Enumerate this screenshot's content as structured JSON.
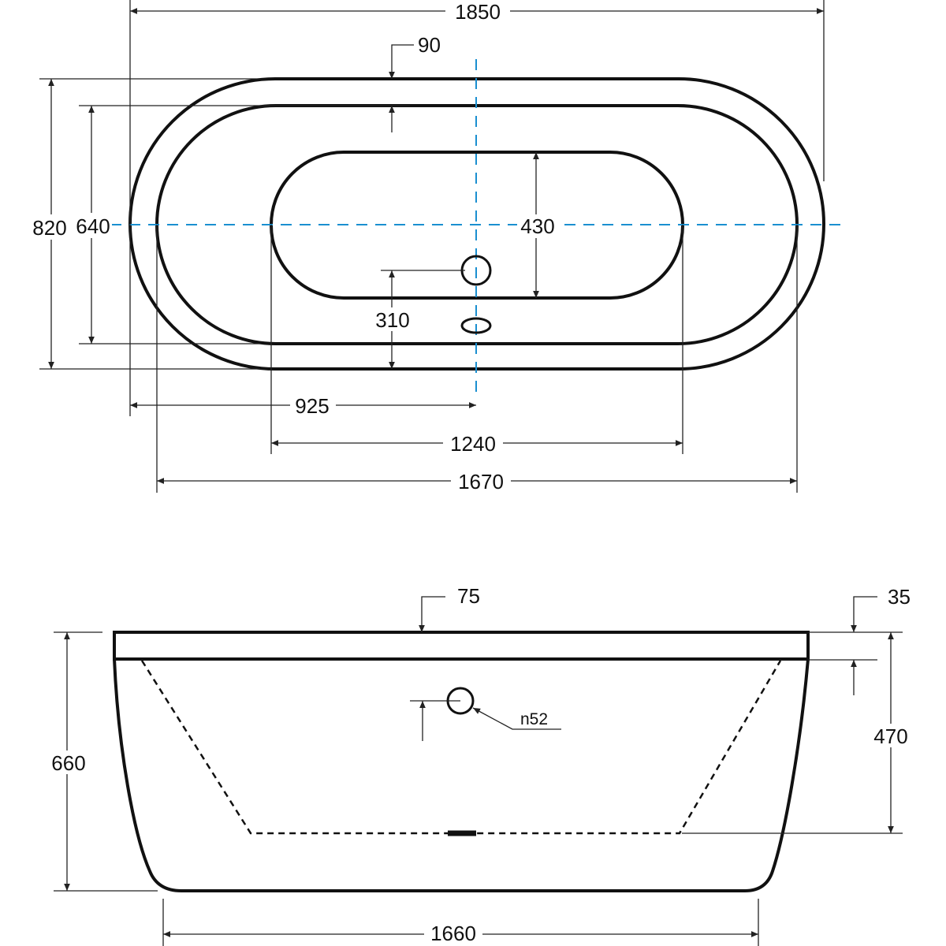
{
  "colors": {
    "outline": "#111111",
    "center_axis": "#1a8fd0",
    "background": "#ffffff"
  },
  "top_view": {
    "overall_length": "1850",
    "rim_width": "90",
    "overall_width": "820",
    "inner_width": "640",
    "basin_width": "430",
    "drain_offset": "310",
    "drain_center": "925",
    "basin_length": "1240",
    "inner_length": "1670"
  },
  "side_view": {
    "rim_height": "75",
    "rim_lip": "35",
    "inner_depth": "470",
    "overall_height": "660",
    "overflow_diameter": "n52",
    "base_length": "1660"
  }
}
